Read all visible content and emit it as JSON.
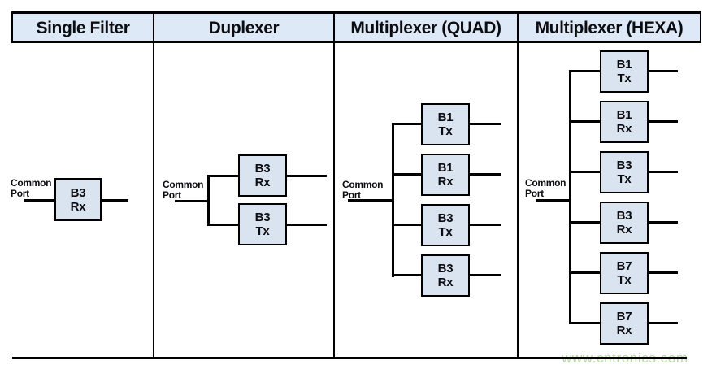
{
  "columns": [
    {
      "header": "Single Filter",
      "filters": [
        {
          "band": "B3",
          "mode": "Rx"
        }
      ]
    },
    {
      "header": "Duplexer",
      "filters": [
        {
          "band": "B3",
          "mode": "Rx"
        },
        {
          "band": "B3",
          "mode": "Tx"
        }
      ]
    },
    {
      "header": "Multiplexer (QUAD)",
      "filters": [
        {
          "band": "B1",
          "mode": "Tx"
        },
        {
          "band": "B1",
          "mode": "Rx"
        },
        {
          "band": "B3",
          "mode": "Tx"
        },
        {
          "band": "B3",
          "mode": "Rx"
        }
      ]
    },
    {
      "header": "Multiplexer (HEXA)",
      "filters": [
        {
          "band": "B1",
          "mode": "Tx"
        },
        {
          "band": "B1",
          "mode": "Rx"
        },
        {
          "band": "B3",
          "mode": "Tx"
        },
        {
          "band": "B3",
          "mode": "Rx"
        },
        {
          "band": "B7",
          "mode": "Tx"
        },
        {
          "band": "B7",
          "mode": "Rx"
        }
      ]
    }
  ],
  "labels": {
    "common_line1": "Common",
    "common_line2": "Port"
  },
  "watermark": {
    "text": "www.cntronics.com"
  },
  "colors": {
    "panel_fill": "#dde9f6",
    "box_fill": "#dae4f0",
    "line": "#000000",
    "text": "#0d0d11",
    "watermark": "#b5daa0"
  }
}
